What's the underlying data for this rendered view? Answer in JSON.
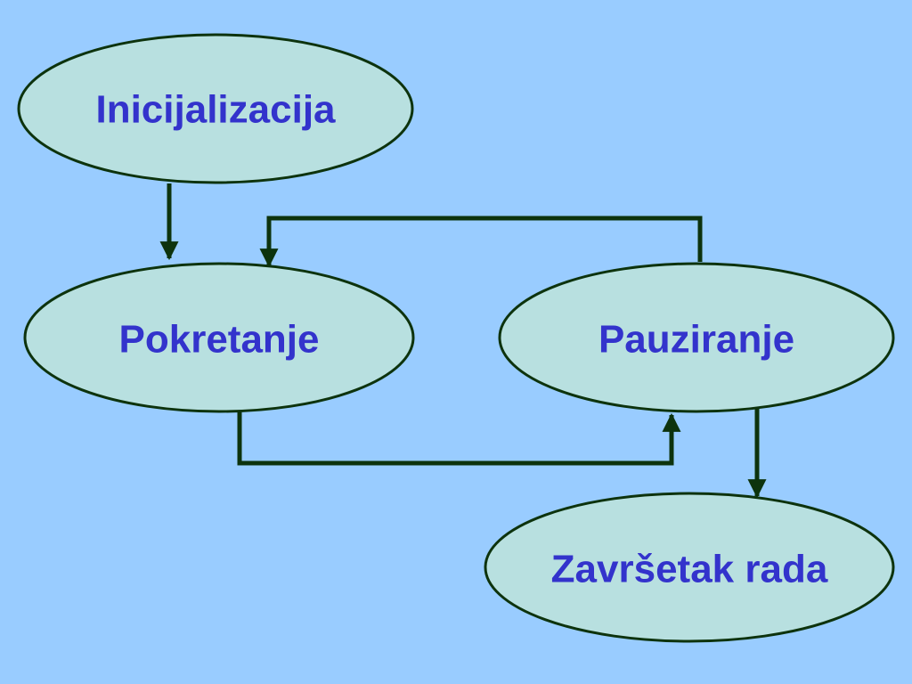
{
  "colors": {
    "background": "#99ccff",
    "node_fill": "#b8e0e0",
    "node_stroke": "#0d330d",
    "label_text": "#3333cc",
    "arrow": "#0d330d"
  },
  "nodes": {
    "init": "Inicijalizacija",
    "start": "Pokretanje",
    "pause": "Pauziranje",
    "end": "Završetak rada"
  },
  "edges": [
    {
      "from": "init",
      "to": "start"
    },
    {
      "from": "start",
      "to": "pause"
    },
    {
      "from": "pause",
      "to": "start"
    },
    {
      "from": "pause",
      "to": "end"
    }
  ]
}
